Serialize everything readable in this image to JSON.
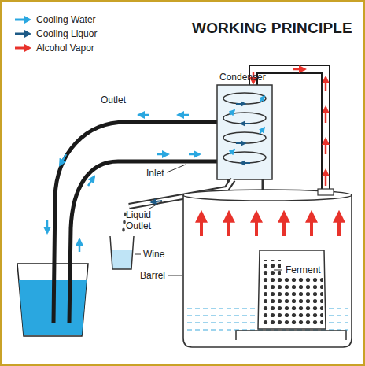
{
  "diagram": {
    "title": "WORKING PRINCIPLE",
    "labels": [
      "Outlet",
      "Condenser",
      "Inlet",
      "Liquid Outlet",
      "Wine",
      "Barrel",
      "Ferment"
    ],
    "legend": [
      {
        "text": "Cooling Water",
        "color": "#2aa7e0"
      },
      {
        "text": "Cooling Liquor",
        "color": "#1d5a86"
      },
      {
        "text": "Alcohol Vapor",
        "color": "#e8322b"
      }
    ]
  }
}
